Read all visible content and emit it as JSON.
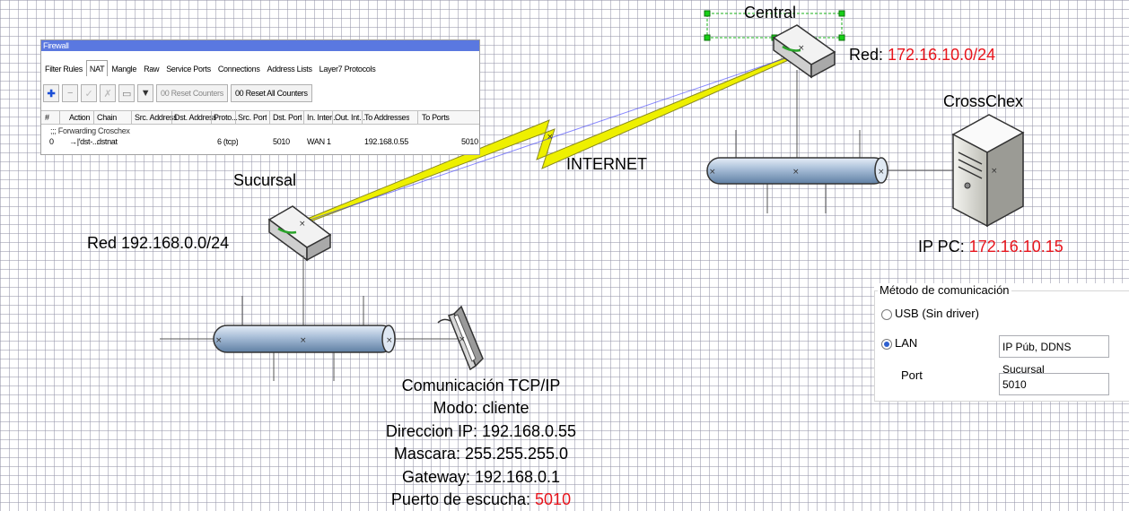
{
  "labels": {
    "central": "Central",
    "central_net_prefix": "Red: ",
    "central_net_value": "172.16.10.0/24",
    "crosschex": "CrossChex",
    "ip_pc_prefix": "IP PC: ",
    "ip_pc_value": "172.16.10.15",
    "internet": "INTERNET",
    "sucursal": "Sucursal",
    "sucursal_net": "Red 192.168.0.0/24"
  },
  "device_info": {
    "title": "Comunicación TCP/IP",
    "mode": "Modo: cliente",
    "ip": "Direccion IP: 192.168.0.55",
    "mask": "Mascara: 255.255.255.0",
    "gateway": "Gateway: 192.168.0.1",
    "port_prefix": "Puerto de escucha: ",
    "port_value": "5010"
  },
  "firewall": {
    "title": "Firewall",
    "tabs": [
      "Filter Rules",
      "NAT",
      "Mangle",
      "Raw",
      "Service Ports",
      "Connections",
      "Address Lists",
      "Layer7 Protocols"
    ],
    "active_tab": "NAT",
    "toolbar": {
      "reset_counters": "00 Reset Counters",
      "reset_all_counters": "00 Reset All Counters"
    },
    "columns": [
      "#",
      "Action",
      "Chain",
      "Src. Address",
      "Dst. Address",
      "Proto...",
      "Src. Port",
      "Dst. Port",
      "In. Inter...",
      "Out. Int...",
      "To Addresses",
      "To Ports"
    ],
    "comment_row": ";;; Forwarding Croschex",
    "rule": {
      "num": "0",
      "action": "→|′dst-...",
      "chain": "dstnat",
      "protocol": "6 (tcp)",
      "dst_port": "5010",
      "in_interface": "WAN 1",
      "to_addresses": "192.168.0.55",
      "to_ports": "5010"
    }
  },
  "comm_method": {
    "title": "Método de comunicación",
    "usb_label": "USB (Sin driver)",
    "lan_label": "LAN",
    "lan_selected": true,
    "address_value": "IP Púb, DDNS Sucursal",
    "port_label": "Port",
    "port_value": "5010"
  },
  "colors": {
    "highlight": "#e8141c",
    "bus_fill": "#9fb8d4",
    "lightning": "#f0f000",
    "selection": "#18b018"
  }
}
